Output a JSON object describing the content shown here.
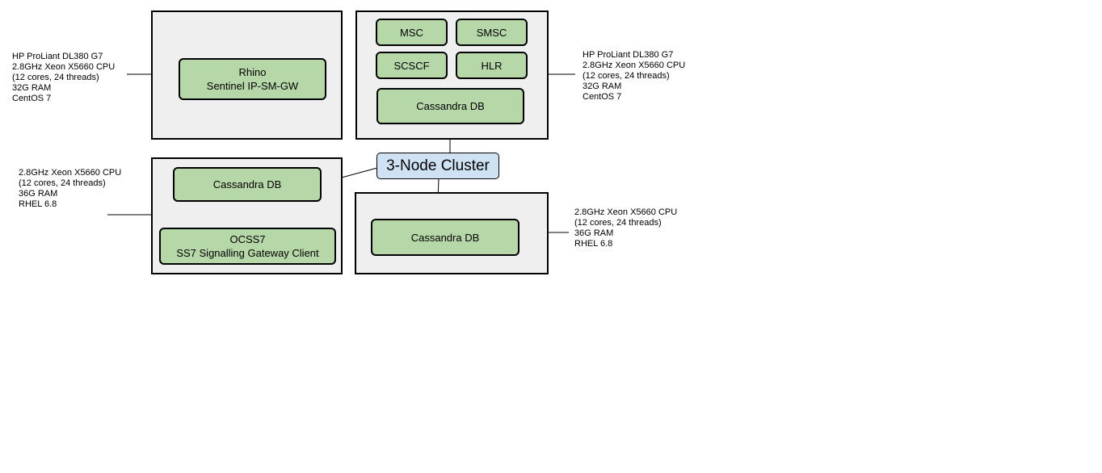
{
  "servers": {
    "rhino": {
      "components": {
        "rhino": [
          "Rhino",
          "Sentinel IP-SM-GW"
        ]
      },
      "spec": [
        "HP ProLiant DL380 G7",
        "2.8GHz Xeon X5660 CPU",
        "(12 cores, 24 threads)",
        "32G RAM",
        "CentOS 7"
      ]
    },
    "ims": {
      "components": {
        "msc": "MSC",
        "smsc": "SMSC",
        "scscf": "SCSCF",
        "hlr": "HLR",
        "cassandra": "Cassandra DB"
      },
      "spec": [
        "HP ProLiant DL380 G7",
        "2.8GHz Xeon X5660 CPU",
        "(12 cores, 24 threads)",
        "32G RAM",
        "CentOS 7"
      ]
    },
    "ocss7": {
      "components": {
        "cassandra": "Cassandra DB",
        "ocss7": [
          "OCSS7",
          "SS7 Signalling Gateway Client"
        ]
      },
      "spec": [
        "2.8GHz Xeon X5660 CPU",
        "(12 cores, 24 threads)",
        "36G RAM",
        "RHEL 6.8"
      ]
    },
    "cassandra3": {
      "components": {
        "cassandra": "Cassandra DB"
      },
      "spec": [
        "2.8GHz Xeon X5660 CPU",
        "(12 cores, 24 threads)",
        "36G RAM",
        "RHEL 6.8"
      ]
    }
  },
  "cluster": {
    "label": "3-Node Cluster"
  },
  "colors": {
    "server_fill": "#efefef",
    "component_fill": "#b6d7a8",
    "cluster_fill": "#cfe2f3"
  }
}
